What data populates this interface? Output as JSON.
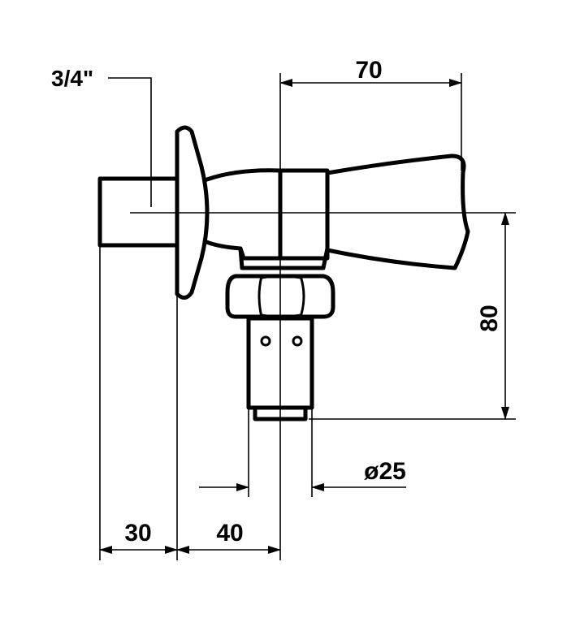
{
  "dimensions": {
    "thread": "3/4\"",
    "handle_length": "70",
    "height": "80",
    "diameter": "ø25",
    "flange_depth": "30",
    "body_offset": "40"
  },
  "colors": {
    "line": "#000000",
    "background": "#ffffff"
  }
}
